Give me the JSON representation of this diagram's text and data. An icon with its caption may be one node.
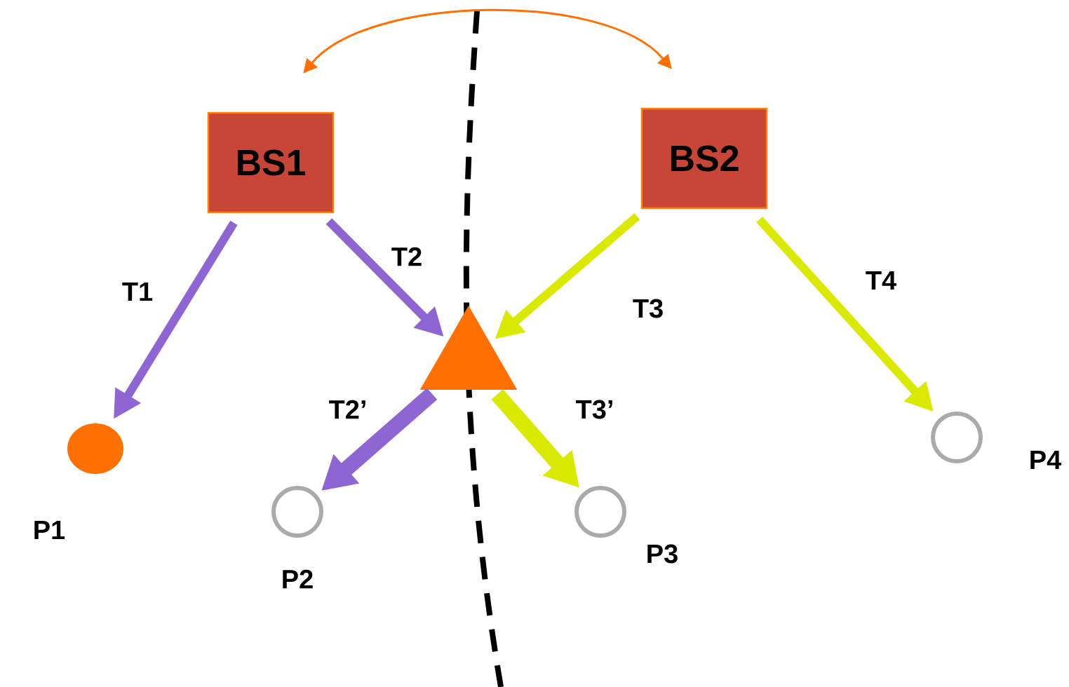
{
  "diagram": {
    "nodes": [
      {
        "text": [
          "BS1"
        ]
      },
      {
        "text": [
          "BS2"
        ]
      },
      {
        "text": [],
        "shape": "triangle"
      },
      {
        "text": [],
        "shape": "circle",
        "beside": [
          "P1"
        ]
      },
      {
        "text": [],
        "shape": "circle",
        "beside": [
          "P2"
        ]
      },
      {
        "text": [],
        "shape": "circle",
        "beside": [
          "P3"
        ]
      },
      {
        "text": [],
        "shape": "circle",
        "beside": [
          "P4"
        ]
      }
    ],
    "edges": [
      {
        "from": 0,
        "to": 1,
        "arrow": "both",
        "color": "#ff7000"
      },
      {
        "from": 0,
        "to": 3,
        "arrow": "to",
        "label": "T1",
        "color": "#8e66d4"
      },
      {
        "from": 0,
        "to": 2,
        "arrow": "to",
        "label": "T2",
        "color": "#8e66d4"
      },
      {
        "from": 1,
        "to": 2,
        "arrow": "to",
        "label": "T3",
        "color": "#d9ea00"
      },
      {
        "from": 1,
        "to": 6,
        "arrow": "to",
        "label": "T4",
        "color": "#d9ea00"
      },
      {
        "from": 2,
        "to": 4,
        "arrow": "to",
        "label": "T2’",
        "style": "thick",
        "color": "#8e66d4"
      },
      {
        "from": 2,
        "to": 5,
        "arrow": "to",
        "label": "T3’",
        "style": "thick",
        "color": "#d9ea00"
      }
    ]
  }
}
